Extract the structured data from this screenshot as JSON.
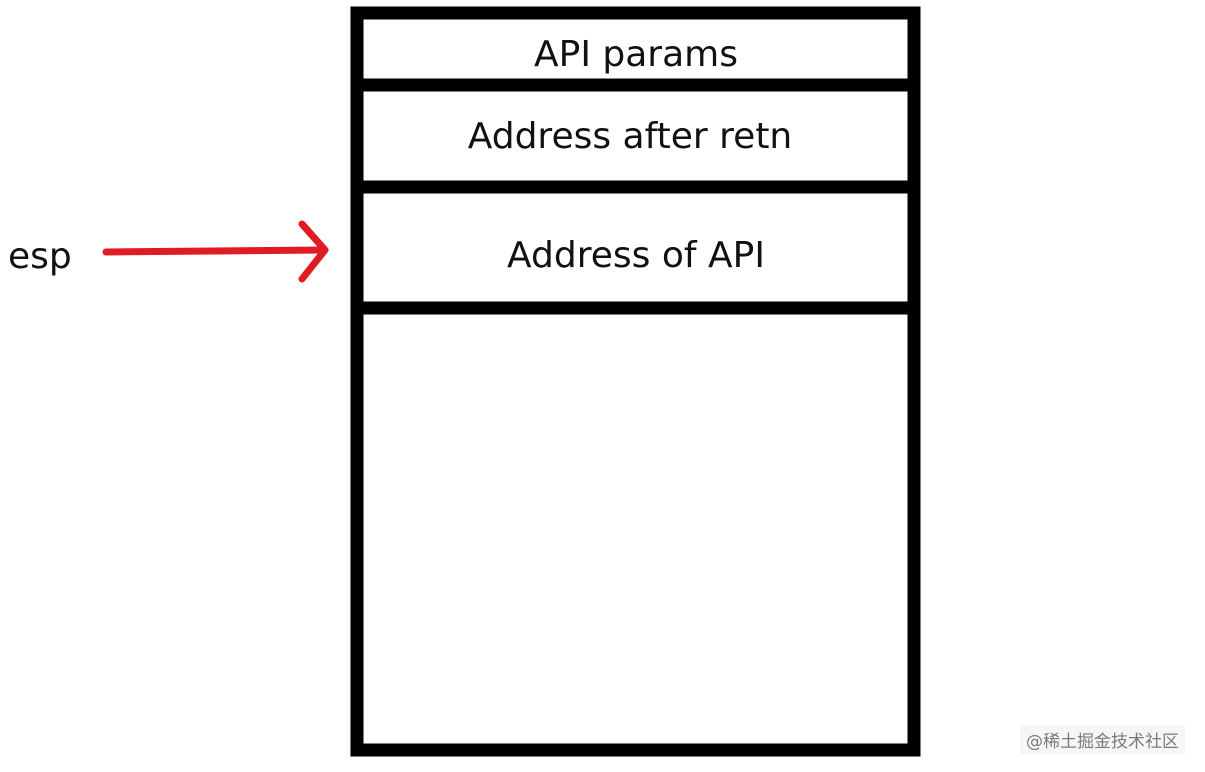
{
  "stack": {
    "cells": [
      {
        "label": "API params"
      },
      {
        "label": "Address after retn"
      },
      {
        "label": "Address of API"
      },
      {
        "label": ""
      }
    ],
    "pointer": {
      "label": "esp",
      "target_cell": 2,
      "arrow_color": "#e01b24"
    },
    "border_color": "#000000"
  },
  "watermark": "@稀土掘金技术社区"
}
